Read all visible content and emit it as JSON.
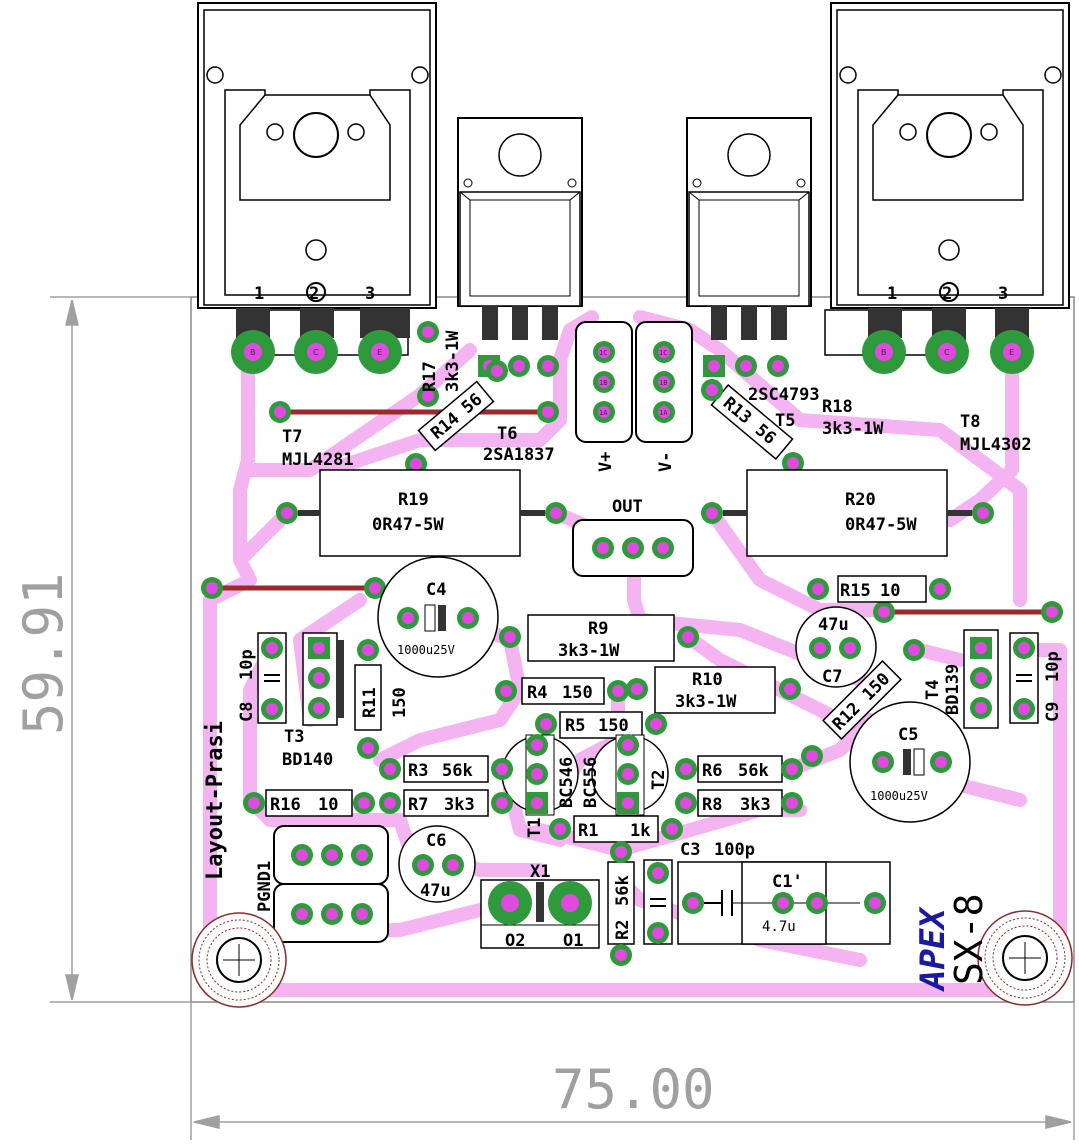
{
  "board": {
    "colors": {
      "trace": "#f4b4f2",
      "pad": "#2e9a3c",
      "pad_hole": "#e04ae0",
      "outline": "#000000",
      "wire": "#9b2b2b",
      "dimension": "#a0a0a0",
      "logo": "#1a1aa0"
    }
  },
  "dimensions": {
    "width": "75.00",
    "height": "59.91"
  },
  "texts": {
    "layout": "Layout-Prasi",
    "pgnd": "PGND1",
    "apex": "APEX",
    "model": "SX-8",
    "out": "OUT",
    "vplus": "V+",
    "vminus": "V-",
    "x1": "X1",
    "x1_o2": "O2",
    "x1_o1": "O1"
  },
  "components": {
    "t7": {
      "ref": "T7",
      "part": "MJL4281",
      "pins": [
        "1",
        "2",
        "3"
      ],
      "pad_b": "B",
      "pad_c": "C",
      "pad_e": "E"
    },
    "t8": {
      "ref": "T8",
      "part": "MJL4302",
      "pins": [
        "1",
        "2",
        "3"
      ],
      "pad_b": "B",
      "pad_c": "C",
      "pad_e": "E"
    },
    "t6": {
      "ref": "T6",
      "part": "2SA1837"
    },
    "t5": {
      "ref": "T5",
      "part": "2SC4793"
    },
    "t3": {
      "ref": "T3",
      "part": "BD140"
    },
    "t4": {
      "ref": "T4",
      "part": "BD139"
    },
    "t1": {
      "ref": "T1",
      "part": "BC546"
    },
    "t2": {
      "ref": "T2",
      "part": "BC556"
    },
    "r17": {
      "ref": "R17",
      "value": "3k3-1W"
    },
    "r18": {
      "ref": "R18",
      "value": "3k3-1W"
    },
    "r14": {
      "ref": "R14",
      "value": "56"
    },
    "r13": {
      "ref": "R13",
      "value": "56"
    },
    "r19": {
      "ref": "R19",
      "value": "0R47-5W"
    },
    "r20": {
      "ref": "R20",
      "value": "0R47-5W"
    },
    "r9": {
      "ref": "R9",
      "value": "3k3-1W"
    },
    "r10": {
      "ref": "R10",
      "value": "3k3-1W"
    },
    "r15": {
      "ref": "R15",
      "value": "10"
    },
    "r11": {
      "ref": "R11",
      "value": "150"
    },
    "r12": {
      "ref": "R12",
      "value": "150"
    },
    "r4": {
      "ref": "R4",
      "value": "150"
    },
    "r5": {
      "ref": "R5",
      "value": "150"
    },
    "r3": {
      "ref": "R3",
      "value": "56k"
    },
    "r6": {
      "ref": "R6",
      "value": "56k"
    },
    "r7": {
      "ref": "R7",
      "value": "3k3"
    },
    "r8": {
      "ref": "R8",
      "value": "3k3"
    },
    "r16": {
      "ref": "R16",
      "value": "10"
    },
    "r1": {
      "ref": "R1",
      "value": "1k"
    },
    "r2": {
      "ref": "R2",
      "value": "56k"
    },
    "c4": {
      "ref": "C4",
      "value": "1000u25V"
    },
    "c5": {
      "ref": "C5",
      "value": "1000u25V"
    },
    "c7": {
      "ref": "C7",
      "value": "47u"
    },
    "c6": {
      "ref": "C6",
      "value": "47u"
    },
    "c8": {
      "ref": "C8",
      "value": "10p"
    },
    "c9": {
      "ref": "C9",
      "value": "10p"
    },
    "c3": {
      "ref": "C3",
      "value": "100p"
    },
    "c1": {
      "ref": "C1'",
      "value": "4.7u"
    }
  },
  "pad_labels": {
    "p1": "1",
    "p2": "2",
    "p3": "3",
    "p1a": "1A",
    "p1b": "1B",
    "p1c": "1C"
  }
}
